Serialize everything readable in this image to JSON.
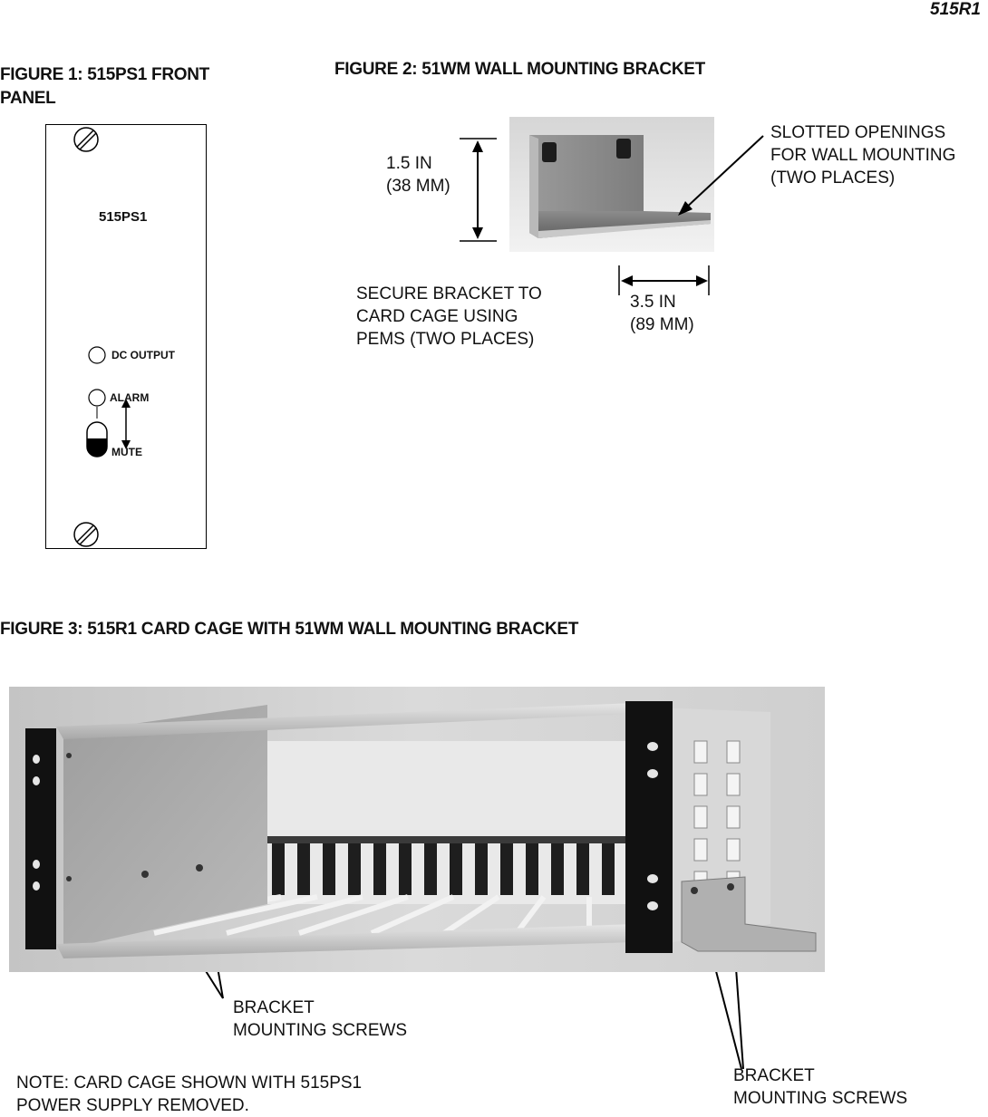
{
  "header": {
    "model": "515R1"
  },
  "figure1": {
    "title_line1": "FIGURE 1:  515PS1 FRONT",
    "title_line2": "PANEL",
    "panel": {
      "model_label": "515PS1",
      "led1_label": "DC OUTPUT",
      "led2_label": "ALARM",
      "switch_label": "MUTE"
    }
  },
  "figure2": {
    "title": "FIGURE 2:  51WM WALL MOUNTING BRACKET",
    "height_dim": {
      "line1": "1.5 IN",
      "line2": "(38 MM)"
    },
    "width_dim": {
      "line1": "3.5 IN",
      "line2": "(89 MM)"
    },
    "slot_callout": {
      "line1": "SLOTTED OPENINGS",
      "line2": "FOR WALL MOUNTING",
      "line3": "(TWO PLACES)"
    },
    "secure_note": {
      "line1": "SECURE BRACKET TO",
      "line2": "CARD CAGE USING",
      "line3": "PEMS (TWO PLACES)"
    }
  },
  "figure3": {
    "title": "FIGURE 3:  515R1 CARD CAGE WITH 51WM WALL MOUNTING BRACKET",
    "callout_left": {
      "line1": "BRACKET",
      "line2": "MOUNTING SCREWS"
    },
    "callout_right": {
      "line1": "BRACKET",
      "line2": "MOUNTING SCREWS"
    },
    "note": {
      "line1": "NOTE:  CARD CAGE SHOWN WITH 515PS1",
      "line2": "POWER SUPPLY REMOVED."
    }
  }
}
